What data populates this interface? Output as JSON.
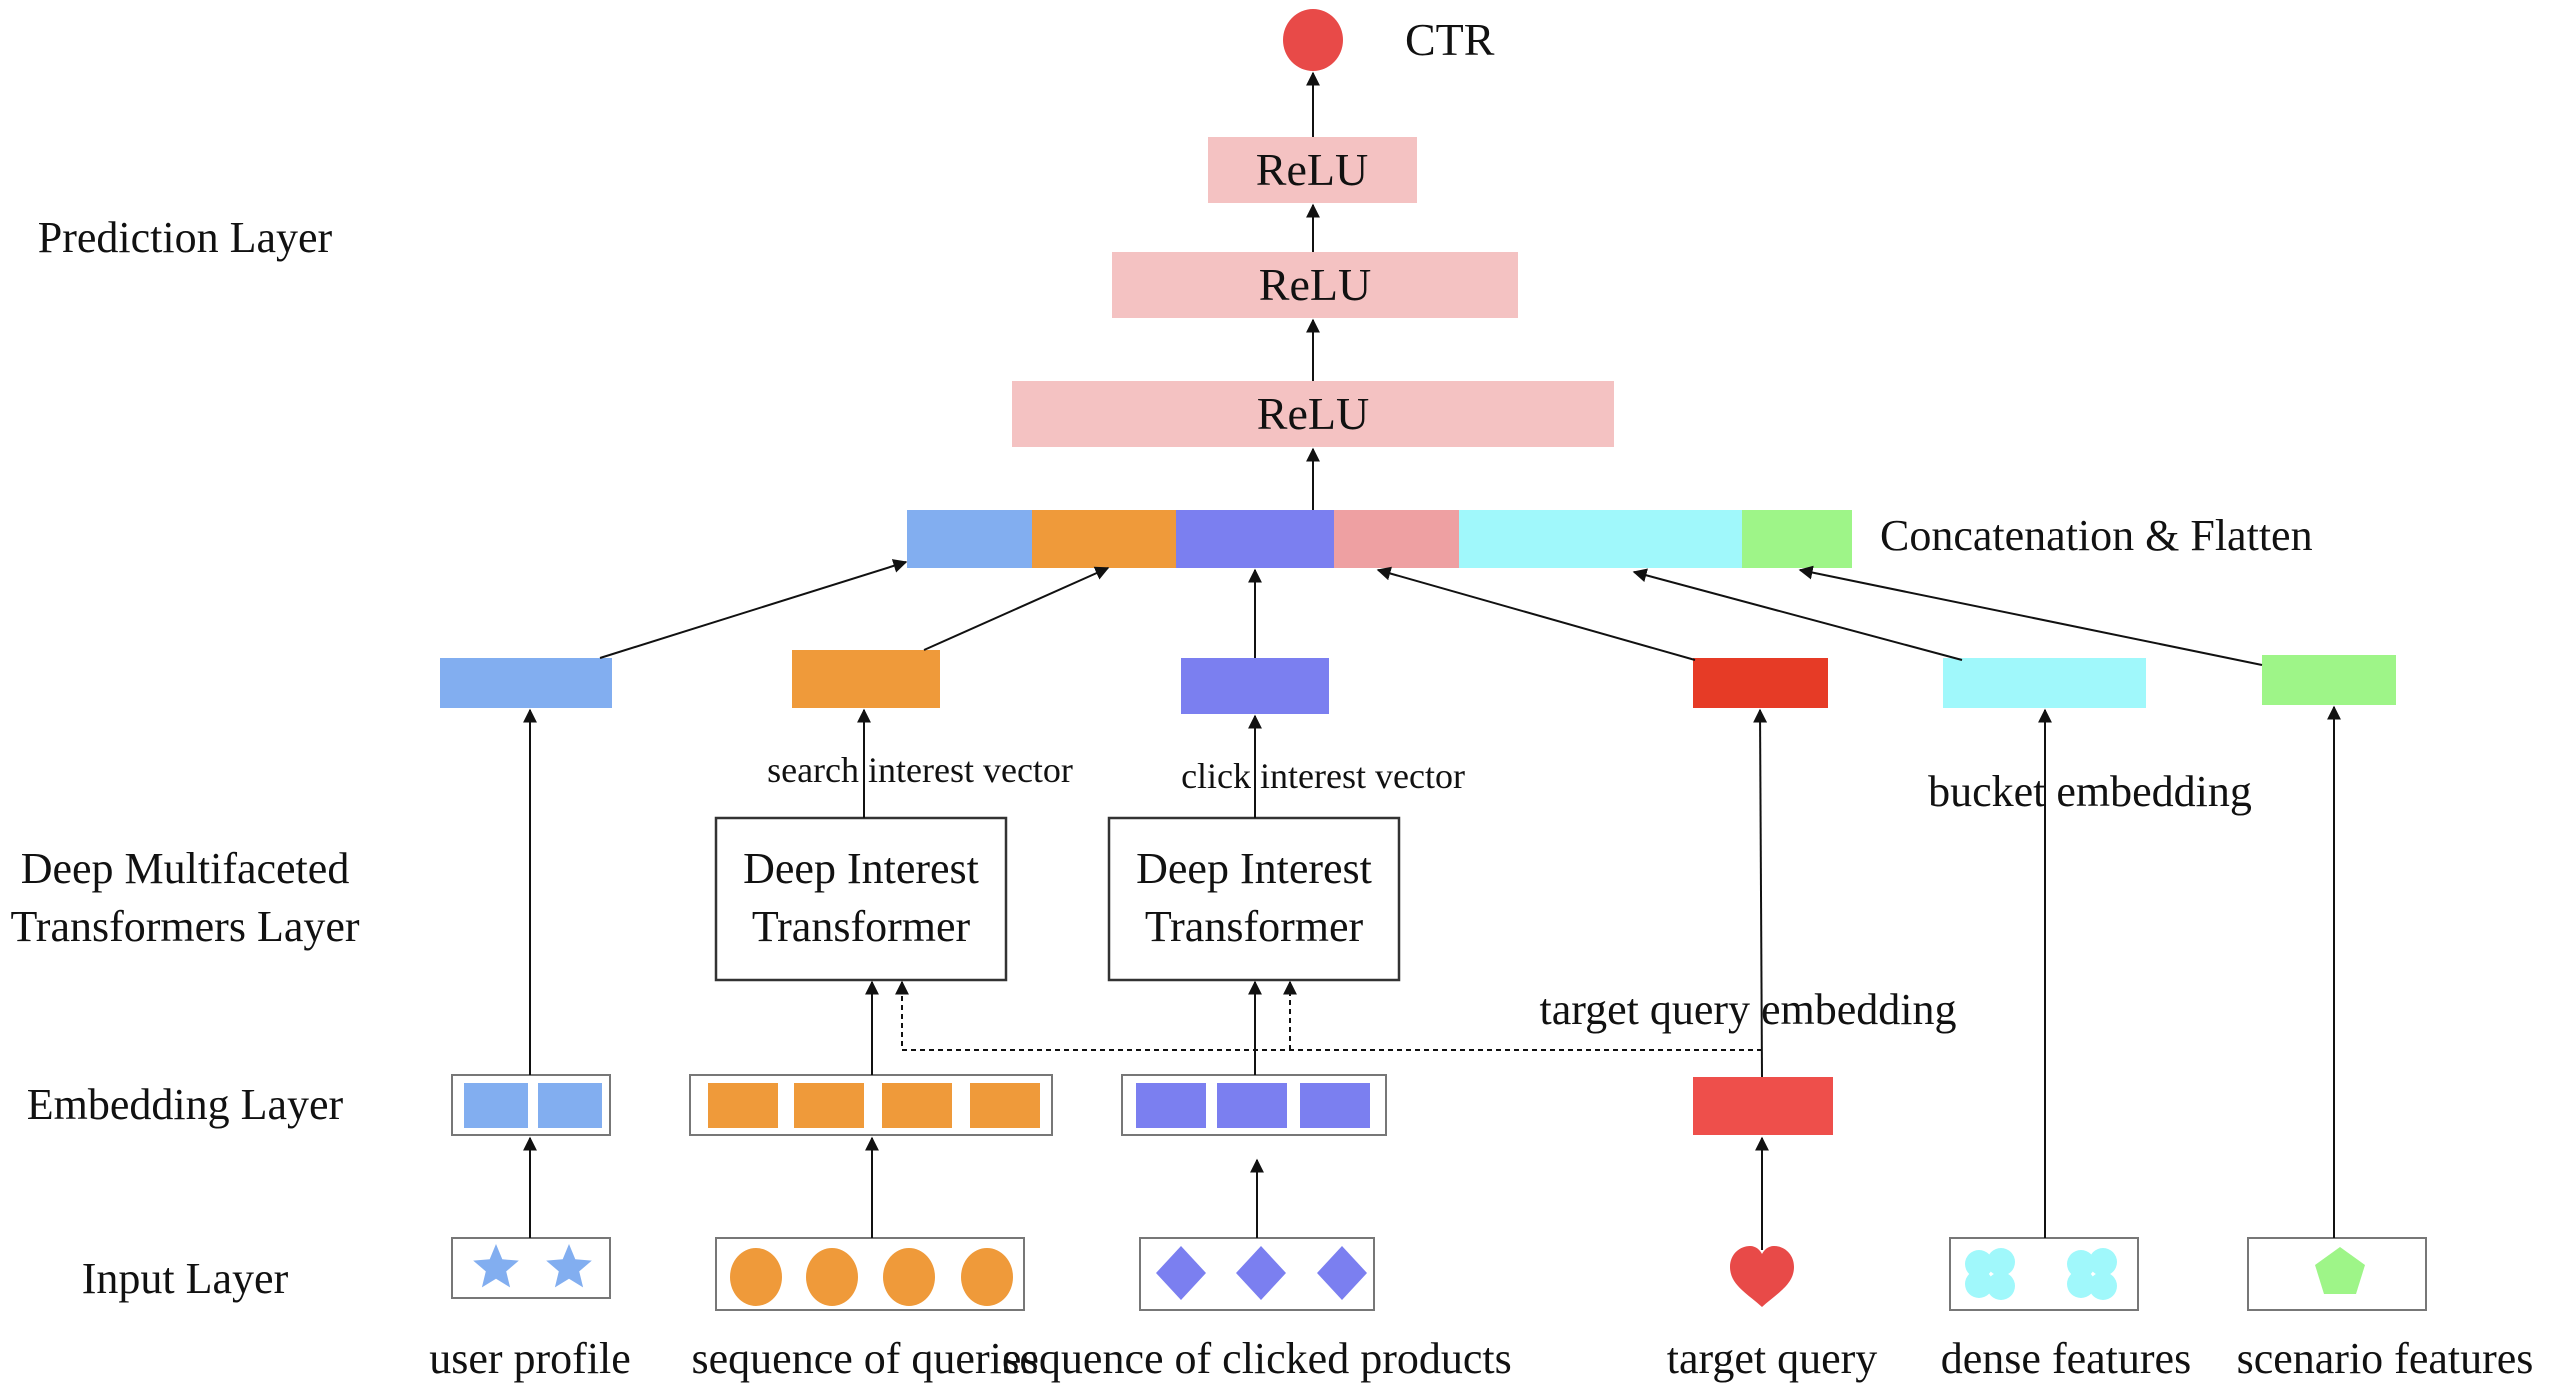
{
  "layer_labels": {
    "prediction": "Prediction Layer",
    "dmt_line1": "Deep Multifaceted",
    "dmt_line2": "Transformers Layer",
    "embedding": "Embedding Layer",
    "input": "Input Layer"
  },
  "output": {
    "label": "CTR",
    "color": "#e84a48"
  },
  "relu": [
    "ReLU",
    "ReLU",
    "ReLU"
  ],
  "relu_color": "#f4c2c2",
  "concat": {
    "label": "Concatenation & Flatten",
    "segments": [
      "#82aef0",
      "#ef9a3a",
      "#7b7ff0",
      "#eea0a2",
      "#a0f8fb",
      "#9ef588"
    ]
  },
  "transformers": [
    {
      "line1": "Deep Interest",
      "line2": "Transformer",
      "vector_label": "search interest vector"
    },
    {
      "line1": "Deep Interest",
      "line2": "Transformer",
      "vector_label": "click interest vector"
    }
  ],
  "annotations": {
    "bucket_embedding": "bucket embedding",
    "target_query_embedding": "target query embedding"
  },
  "inputs": [
    {
      "label": "user profile",
      "icon": "star-icon",
      "color": "#82aef0"
    },
    {
      "label": "sequence of queries",
      "icon": "circle-icon",
      "color": "#ef9a3a"
    },
    {
      "label": "sequence of clicked products",
      "icon": "diamond-icon",
      "color": "#7b7ff0"
    },
    {
      "label": "target query",
      "icon": "heart-icon",
      "color": "#e84a48"
    },
    {
      "label": "dense features",
      "icon": "cloud-icon",
      "color": "#a0f8fb"
    },
    {
      "label": "scenario features",
      "icon": "pentagon-icon",
      "color": "#9ef588"
    }
  ],
  "feature_colors": {
    "user_profile": "#82aef0",
    "queries": "#ef9a3a",
    "clicks": "#7b7ff0",
    "target_query": "#e63b26",
    "target_query_embedding": "#ee4f4b",
    "dense": "#a0f8fb",
    "scenario": "#9ef588"
  }
}
